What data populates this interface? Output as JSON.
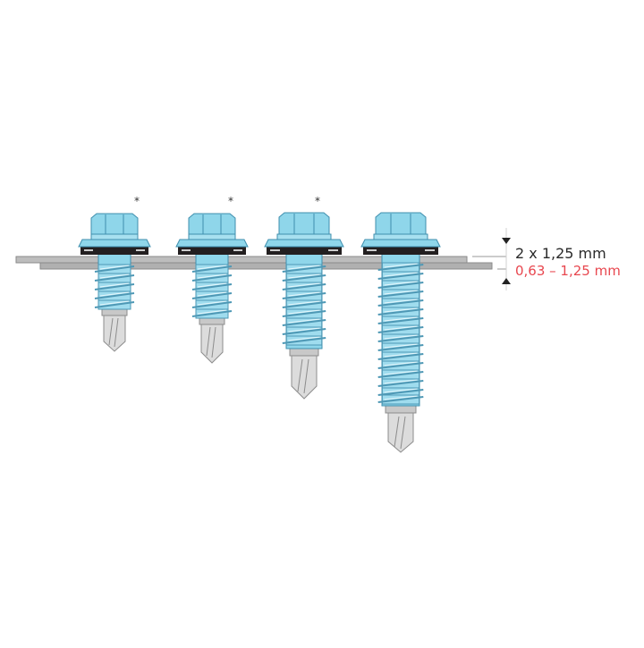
{
  "diagram": {
    "title": "",
    "description": "Self-drilling hex head screws with sealing washers fastening two overlapping steel sheets",
    "colors": {
      "screw_blue": "#8fd6ea",
      "screw_blue_dark": "#3f8fae",
      "washer_black": "#231f20",
      "sheet_gray": "#b8b8b8",
      "drill_tip_gray": "#d9d9d9",
      "dim_text": "#2a2a2a",
      "dim_text_red": "#e8474f"
    },
    "screws": [
      {
        "id": 1,
        "marker": "*",
        "length": "short"
      },
      {
        "id": 2,
        "marker": "*",
        "length": "short-medium"
      },
      {
        "id": 3,
        "marker": "*",
        "length": "medium"
      },
      {
        "id": 4,
        "marker": "",
        "length": "long"
      }
    ],
    "dimensions": {
      "top_sheet": "2 x 1,25 mm",
      "bottom_sheet": "0,63 – 1,25 mm"
    }
  }
}
